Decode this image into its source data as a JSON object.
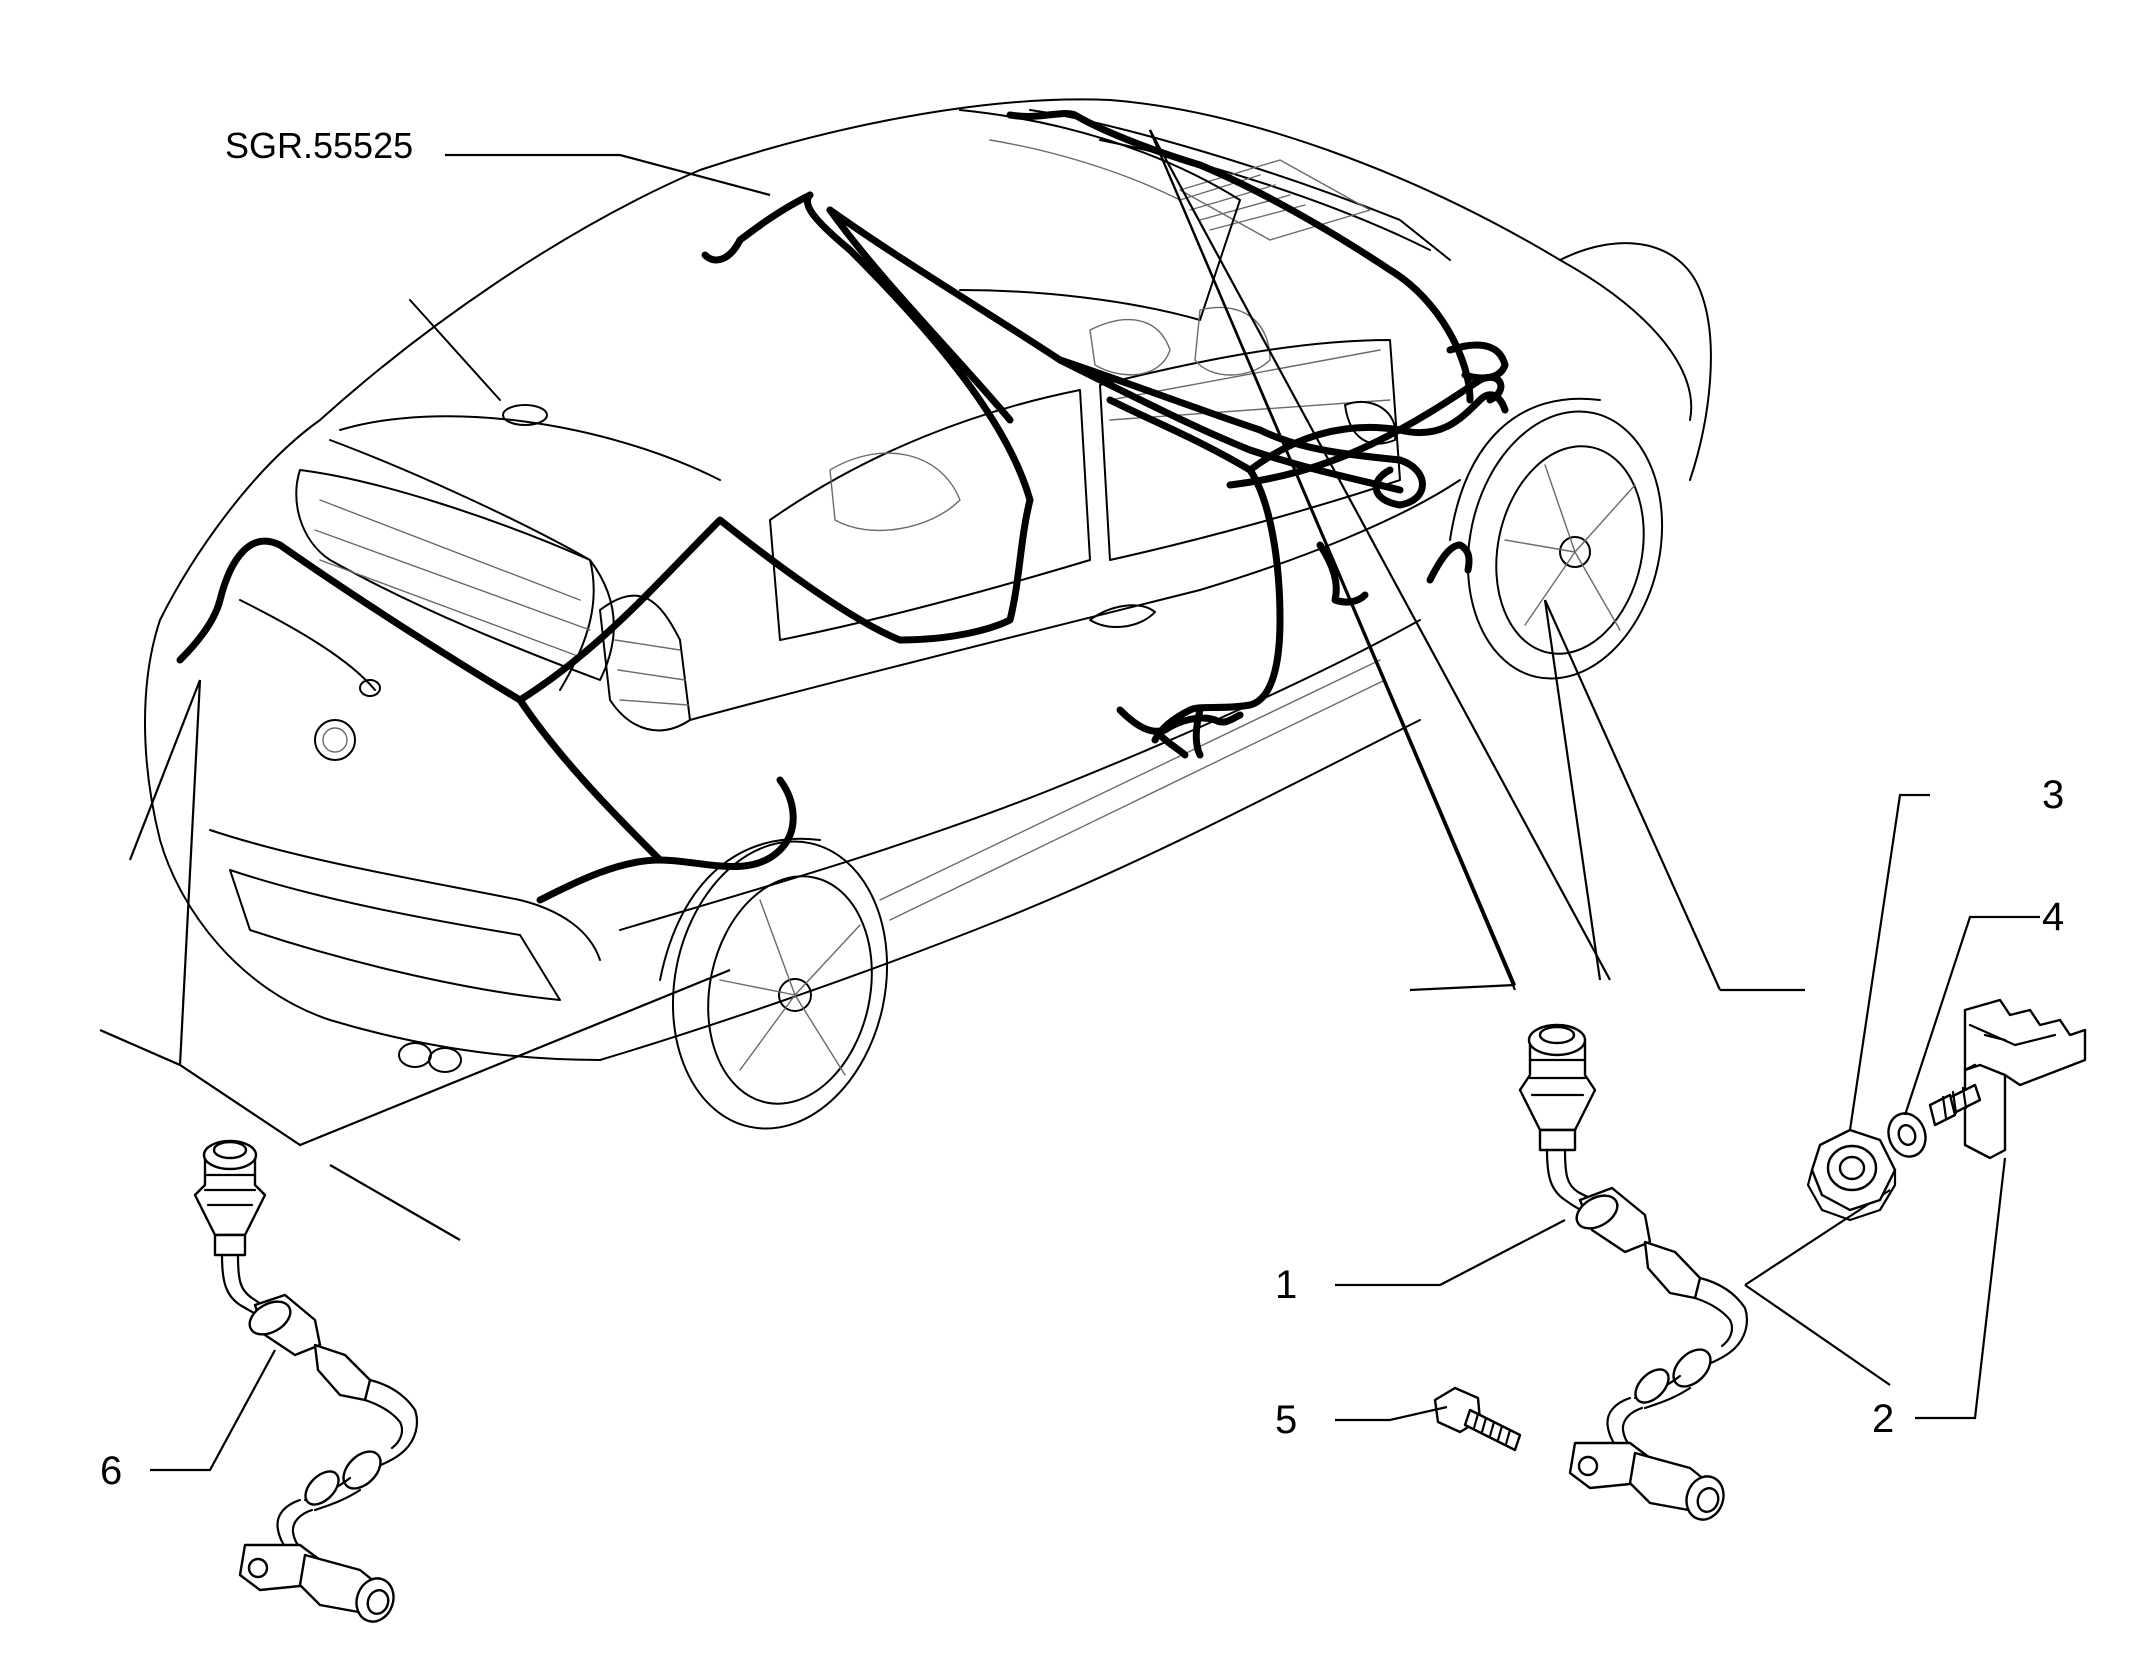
{
  "diagram": {
    "reference_code": "SGR.55525",
    "callouts": [
      {
        "number": "1",
        "part": "cable-assembly"
      },
      {
        "number": "2",
        "part": "bracket"
      },
      {
        "number": "3",
        "part": "nut"
      },
      {
        "number": "4",
        "part": "washer"
      },
      {
        "number": "5",
        "part": "bolt"
      },
      {
        "number": "6",
        "part": "cable-assembly"
      }
    ]
  }
}
